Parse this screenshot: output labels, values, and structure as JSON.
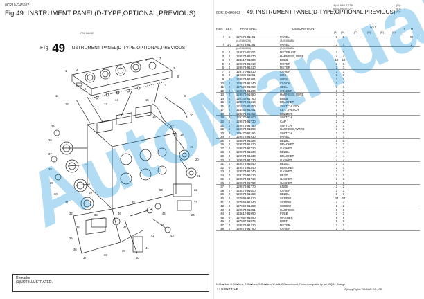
{
  "left_page": {
    "doc_code": "0CR10-G45602",
    "title": "Fig.49.  INSTRUMENT PANEL(D-TYPE,OPTIONAL,PREVIOUS)",
    "fig_note": "7E0H4A150",
    "fig_label": "Fig",
    "fig_number": "49",
    "fig_caption": "INSTRUMENT PANEL(D-TYPE,OPTIONAL,PREVIOUS)",
    "diagram_callouts": [
      "1",
      "2",
      "3",
      "4",
      "5",
      "6",
      "7",
      "8",
      "9",
      "10",
      "11",
      "12",
      "13",
      "14",
      "15",
      "16",
      "17",
      "18",
      "19",
      "20",
      "21",
      "22",
      "23",
      "24",
      "25",
      "26",
      "27",
      "28",
      "29",
      "30",
      "31",
      "32",
      "33",
      "34",
      "35",
      "36",
      "37",
      "38",
      "39",
      "40",
      "41",
      "42",
      "43",
      "44",
      "45",
      "46",
      "47",
      "48",
      "49",
      "50"
    ],
    "remarks_title": "Remarks",
    "remarks_text": "(1)NOT ILLUSTRATED."
  },
  "right_page": {
    "doc_code": "0CR10-G45602",
    "title": "49.  INSTRUMENT PANEL(D-TYPE,OPTIONAL,PREVIOUS)",
    "model_codes": [
      "(A)=4LHA-UTEZP)",
      "(B)=4LHA-STEZP)",
      "(C)="
    ],
    "option_codes": [
      "(D)=",
      "(E)=",
      "(F)="
    ],
    "headers": {
      "ref": "REF.",
      "lev": "LEV.",
      "part_no": "PARTS NO.",
      "desc": "DESCRIPTION",
      "qty": "QTY",
      "i": "I",
      "r": "R",
      "cols": [
        "(A)",
        "(B)",
        "(C)",
        "(D)",
        "(E)",
        "(F)"
      ]
    },
    "rows": [
      {
        "ref": "I",
        "lev": "1",
        "pn": "127675-91191",
        "desc": "PANEL",
        "a": "1",
        "b": "1",
        "i": "",
        "r": "W"
      },
      {
        "note": "(A=E46020B)",
        "note2": "(B=E45688A)"
      },
      {
        "ref": "I",
        "lev": "1-1",
        "pn": "127675-91191",
        "desc": "PANEL",
        "a": "1",
        "b": "1",
        "i": "",
        "r": "2",
        "ruled": true
      },
      {
        "note": "(A=E46020B)",
        "note2": "(B=E45688A)"
      },
      {
        "ref": "2",
        "lev": "2",
        "pn": "119072-91200",
        "desc": "METER KIT",
        "a": "1",
        "b": "1"
      },
      {
        "ref": "3",
        "lev": "2",
        "pn": "129574-91870",
        "desc": "HARNESS, WIRE",
        "a": "4",
        "b": "4"
      },
      {
        "ref": "4",
        "lev": "2",
        "pn": "124617-91880",
        "desc": "BULB",
        "a": "12",
        "b": "12"
      },
      {
        "ref": "5",
        "lev": "2",
        "pn": "129574-91210",
        "desc": "METER",
        "a": "1",
        "b": "1"
      },
      {
        "ref": "6",
        "lev": "2",
        "pn": "129574-91310",
        "desc": "METER",
        "a": "1",
        "b": "1",
        "ruled": true
      },
      {
        "ref": "7",
        "lev": "2",
        "pn": "129170-91810",
        "desc": "COVER",
        "a": "1",
        "b": "1"
      },
      {
        "ref": "8",
        "lev": "2",
        "pn": "119189-91261",
        "desc": "BOX",
        "a": "1",
        "b": "1"
      },
      {
        "ref": "9",
        "lev": "2",
        "pn": "129574-91861",
        "desc": "WIRE",
        "a": "1",
        "b": "1"
      },
      {
        "ref": "10",
        "lev": "2",
        "pn": "129574-91240",
        "desc": "CLOCK",
        "a": "1",
        "b": "1"
      },
      {
        "ref": "11",
        "lev": "2",
        "pn": "127620-91250",
        "desc": "CELL",
        "a": "1",
        "b": "1"
      },
      {
        "ref": "12",
        "lev": "2",
        "pn": "129574-91490",
        "desc": "HOLDER",
        "a": "1",
        "b": "1",
        "ruled": true
      },
      {
        "ref": "13",
        "lev": "2",
        "pn": "129574-91880",
        "desc": "HARNESS, WIRE",
        "a": "1",
        "b": "1"
      },
      {
        "ref": "14",
        "lev": "2",
        "pn": "120142-91760",
        "desc": "BULB",
        "a": "1",
        "b": "1"
      },
      {
        "ref": "15",
        "lev": "2",
        "pn": "129574-91610",
        "desc": "BRACKET",
        "a": "1",
        "b": "1"
      },
      {
        "ref": "16",
        "lev": "2",
        "pn": "121575-91250",
        "desc": "SWITCH, KEY",
        "a": "1",
        "b": "1"
      },
      {
        "ref": "17",
        "lev": "2",
        "pn": "123462-91291",
        "desc": "KEY, SWITCH",
        "a": "1",
        "b": "1"
      },
      {
        "ref": "18",
        "lev": "2",
        "pn": "124271-91252",
        "desc": "BUZZER",
        "a": "1",
        "b": "1",
        "ruled": true
      },
      {
        "ref": "19",
        "lev": "2",
        "pn": "129170-91900",
        "desc": "SWITCH",
        "a": "1",
        "b": "1"
      },
      {
        "ref": "20",
        "lev": "2",
        "pn": "129574-91730",
        "desc": "CAP",
        "a": "2",
        "b": "2"
      },
      {
        "ref": "21",
        "lev": "2",
        "pn": "129574-91790",
        "desc": "SWITCH",
        "a": "1",
        "b": "1"
      },
      {
        "ref": "22",
        "lev": "2",
        "pn": "129574-91890",
        "desc": "HARNESS,?WIRE",
        "a": "1",
        "b": "1"
      },
      {
        "ref": "23",
        "lev": "2",
        "pn": "129470-91190",
        "desc": "SWITCH",
        "a": "1",
        "b": "1"
      },
      {
        "ref": "24",
        "lev": "2",
        "pn": "129574-91930",
        "desc": "PANEL",
        "a": "1",
        "b": "1",
        "ruled": true
      },
      {
        "ref": "25",
        "lev": "2",
        "pn": "129574-91620",
        "desc": "BEZEL",
        "a": "1",
        "b": "1"
      },
      {
        "ref": "26",
        "lev": "2",
        "pn": "129574-91420",
        "desc": "BRACKET",
        "a": "1",
        "b": "1"
      },
      {
        "ref": "27",
        "lev": "2",
        "pn": "129574-91720",
        "desc": "GASKET",
        "a": "1",
        "b": "1"
      },
      {
        "ref": "28",
        "lev": "2",
        "pn": "129574-91630",
        "desc": "BEZEL",
        "a": "4",
        "b": "4"
      },
      {
        "ref": "29",
        "lev": "2",
        "pn": "129574-91430",
        "desc": "BRACKET",
        "a": "4",
        "b": "4"
      },
      {
        "ref": "30",
        "lev": "2",
        "pn": "129574-91730",
        "desc": "GASKET",
        "a": "4",
        "b": "4",
        "ruled": true
      },
      {
        "ref": "31",
        "lev": "2",
        "pn": "129574-91640",
        "desc": "BEZEL",
        "a": "1",
        "b": "1"
      },
      {
        "ref": "32",
        "lev": "2",
        "pn": "129574-91440",
        "desc": "BRACKET",
        "a": "1",
        "b": "1"
      },
      {
        "ref": "33",
        "lev": "2",
        "pn": "129574-91740",
        "desc": "GASKET",
        "a": "1",
        "b": "1"
      },
      {
        "ref": "34",
        "lev": "2",
        "pn": "129170-91610",
        "desc": "BEZEL",
        "a": "1",
        "b": "1"
      },
      {
        "ref": "35",
        "lev": "2",
        "pn": "129574-91710",
        "desc": "GASKET",
        "a": "1",
        "b": "1"
      },
      {
        "ref": "36",
        "lev": "2",
        "pn": "129574-91750",
        "desc": "GASKET",
        "a": "1",
        "b": "1",
        "ruled": true
      },
      {
        "ref": "37",
        "lev": "2",
        "pn": "129574-91770",
        "desc": "KNOB",
        "a": "2",
        "b": "2"
      },
      {
        "ref": "38",
        "lev": "2",
        "pn": "129574-91600",
        "desc": "COVER",
        "a": "1",
        "b": "1"
      },
      {
        "ref": "39",
        "lev": "2",
        "pn": "129574-91650",
        "desc": "BEZEL",
        "a": "1",
        "b": "1"
      },
      {
        "ref": "40",
        "lev": "2",
        "pn": "127692-91410",
        "desc": "SCREW",
        "a": "24",
        "b": "24"
      },
      {
        "ref": "41",
        "lev": "2",
        "pn": "127692-91440",
        "desc": "SCREW",
        "a": "4",
        "b": "4"
      },
      {
        "ref": "42",
        "lev": "2",
        "pn": "127692-91450",
        "desc": "SCREW",
        "a": "2",
        "b": "2",
        "ruled": true
      },
      {
        "ref": "43",
        "lev": "3",
        "pn": "129574-91851",
        "desc": "HARNESS",
        "a": "1",
        "b": "1"
      },
      {
        "ref": "44",
        "lev": "3",
        "pn": "124617-91990",
        "desc": "FUSE",
        "a": "1",
        "b": "1"
      },
      {
        "ref": "45",
        "lev": "2",
        "pn": "127687-91890",
        "desc": "WASHER",
        "a": "6",
        "b": "6"
      },
      {
        "ref": "46",
        "lev": "2",
        "pn": "127687-91870",
        "desc": "BOLT",
        "a": "6",
        "b": "6"
      },
      {
        "ref": "47",
        "lev": "2",
        "pn": "129574-91220",
        "desc": "METER",
        "a": "1",
        "b": "1"
      },
      {
        "ref": "48",
        "lev": "2",
        "pn": "129574-91790",
        "desc": "COVER",
        "a": "1",
        "b": "1",
        "ruled": true
      }
    ],
    "legend": "N:Old■New, O:Old■New, R:Old■New, S:Old■New, W:Add, Z:Discontinued, F:Interchangeable by set, K/Q:1y Change",
    "continue": "++ CONTINUE ++",
    "copyright": "(C)Copy Rights YANMAR CO.,LTD."
  },
  "watermark": "AutoManual",
  "colors": {
    "watermark": "#008cd7",
    "ink": "#111111"
  }
}
